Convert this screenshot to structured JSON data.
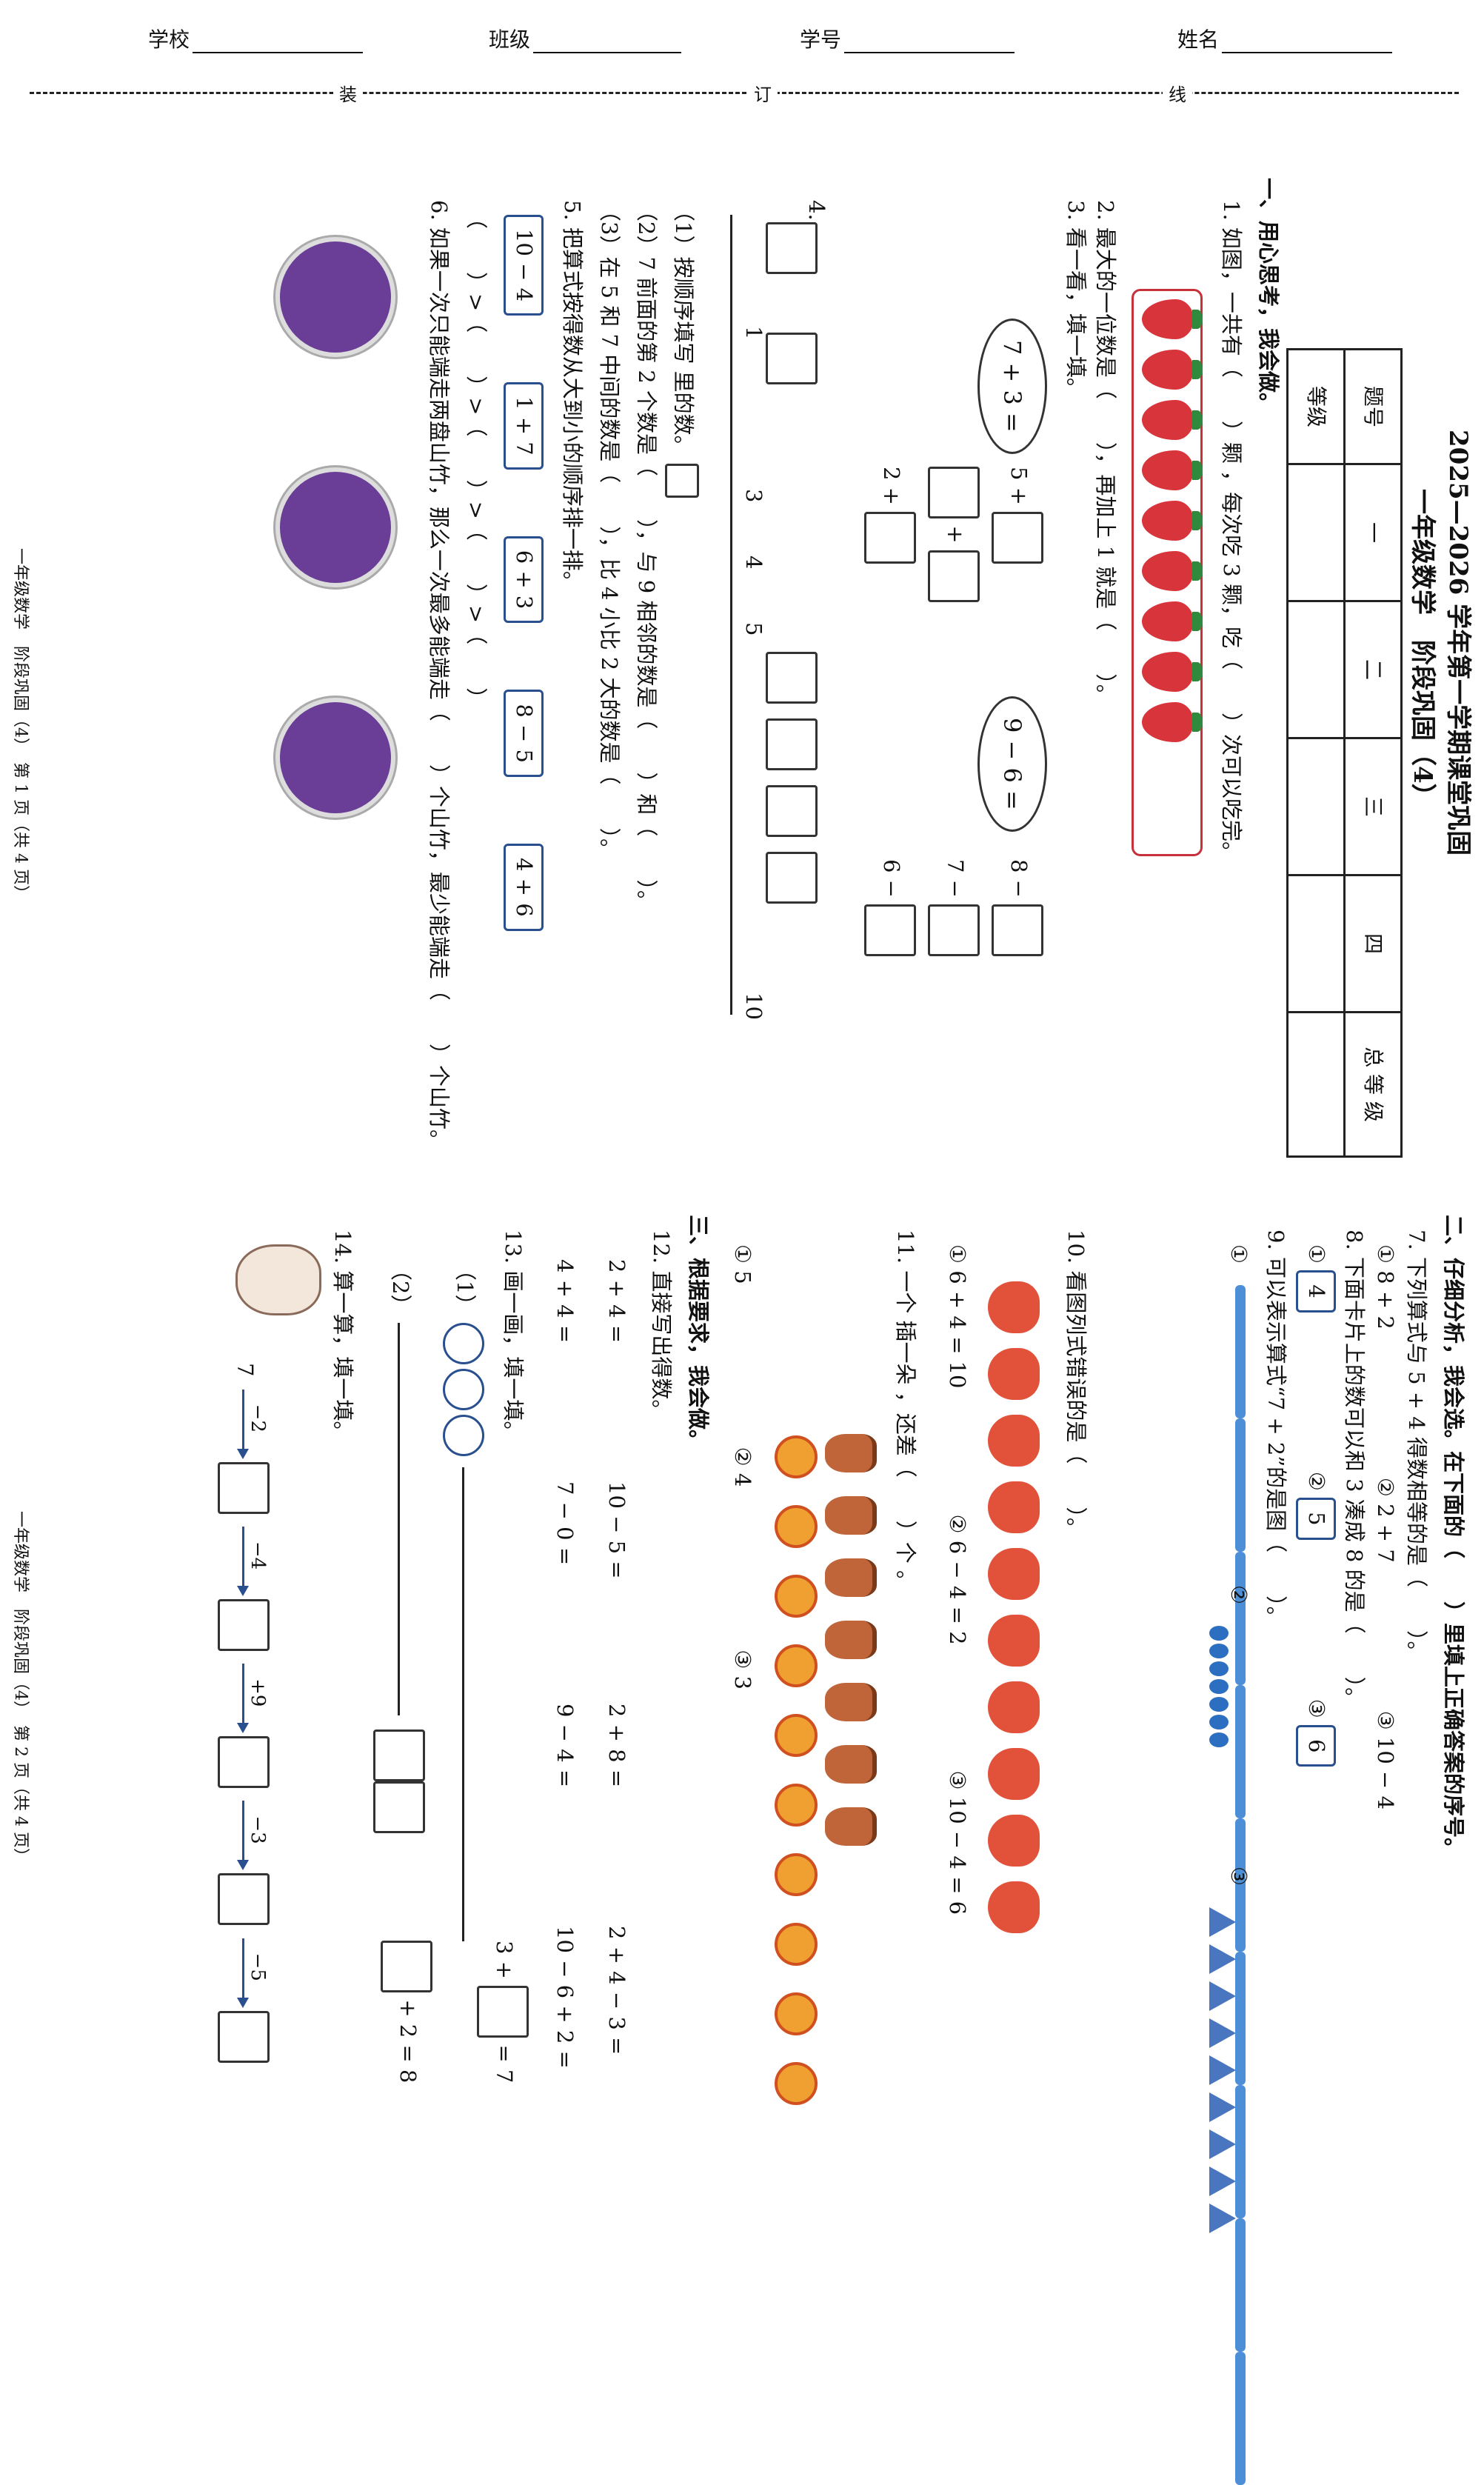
{
  "header": {
    "school": "学校",
    "class": "班级",
    "student_id": "学号",
    "name": "姓名",
    "cut_1": "装",
    "cut_2": "订",
    "cut_3": "线"
  },
  "page1": {
    "title": "2025—2026 学年第一学期课堂巩固",
    "subtitle": "一年级数学　阶段巩固（4）",
    "score_table": {
      "row_label": "题号",
      "grade_label": "等级",
      "columns": [
        "一",
        "二",
        "三",
        "四",
        "总 等 级"
      ]
    },
    "section1": "一、用心思考，我会做。",
    "q1": "1. 如图，一共有（　　）颗 ，每次吃 3 颗，吃（　　）次可以吃完。",
    "q2": "2. 最大的一位数是（　　），再加上 1 就是（　　）。",
    "q3": "3. 看一看，填一填。",
    "q3_left_oval": "7 + 3 =",
    "q3_left_eq": [
      "5 +",
      "+",
      "2 +"
    ],
    "q3_right_oval": "9 − 6 =",
    "q3_right_eq": [
      "8 −",
      "7 −",
      "6 −"
    ],
    "q4": "4.",
    "q4_ticks": [
      "1",
      "3",
      "4",
      "5",
      "10"
    ],
    "q4_1": "（1）按顺序填写 里的数。",
    "q4_2": "（2）7 前面的第 2 个数是（　　），与 9 相邻的数是（　　）和（　　）。",
    "q4_3": "（3）在 5 和 7 中间的数是（　　），比 4 小比 2 大的数是（　　）。",
    "q5": "5. 把算式按得数从大到小的顺序排一排。",
    "q5_exprs": [
      "10 − 4",
      "1 + 7",
      "6 + 3",
      "8 − 5",
      "4 + 6"
    ],
    "q5_answer": "（　　）>（　　）>（　　）>（　　）>（　　）",
    "q6": "6. 如果一次只能端走两盘山竹，那么一次最多能端走（　　）个山竹，最少能端走（　　）个山竹。",
    "footer": "一年级数学　阶段巩固（4）　第 1 页（共 4 页）"
  },
  "page2": {
    "section2": "二、仔细分析，我会选。在下面的（　　）里填上正确答案的序号。",
    "q7": "7. 下列算式与 5 + 4 得数相等的是（　　）。",
    "q7_options": [
      "① 8 + 2",
      "② 2 + 7",
      "③ 10 − 4"
    ],
    "q8": "8. 下面卡片上的数可以和 3 凑成 8 的是（　　）。",
    "q8_options": [
      {
        "mark": "①",
        "val": "4"
      },
      {
        "mark": "②",
        "val": "5"
      },
      {
        "mark": "③",
        "val": "6"
      }
    ],
    "q9": "9. 可以表示算式“7 + 2”的是图（　　）。",
    "q9_options": [
      "①",
      "②",
      "③"
    ],
    "q10": "10. 看图列式错误的是（　　）。",
    "q10_options": [
      "① 6 + 4 = 10",
      "② 6 − 4 = 2",
      "③ 10 − 4 = 6"
    ],
    "q11": "11. 一个 插一朵 ，还差（　　）个 。",
    "q11_options": [
      "① 5",
      "② 4",
      "③ 3"
    ],
    "section3": "三、根据要求，我会做。",
    "q12": "12. 直接写出得数。",
    "q12_row1": [
      "2 + 4 =",
      "10 − 5 =",
      "2 + 8 =",
      "2 + 4 − 3 ="
    ],
    "q12_row2": [
      "4 + 4 =",
      "7 − 0 =",
      "9 − 4 =",
      "10 − 6 + 2 ="
    ],
    "q12_extra": [
      "3 +",
      "= 7",
      "+ 2 = 8"
    ],
    "q13": "13. 画一画，填一填。",
    "q13_1": "（1）",
    "q13_2": "（2）",
    "q14": "14. 算一算，填一填。",
    "q14_start": "7",
    "q14_ops": [
      "−2",
      "−4",
      "+9",
      "−3",
      "−5"
    ],
    "footer": "一年级数学　阶段巩固（4）　第 2 页（共 4 页）"
  }
}
